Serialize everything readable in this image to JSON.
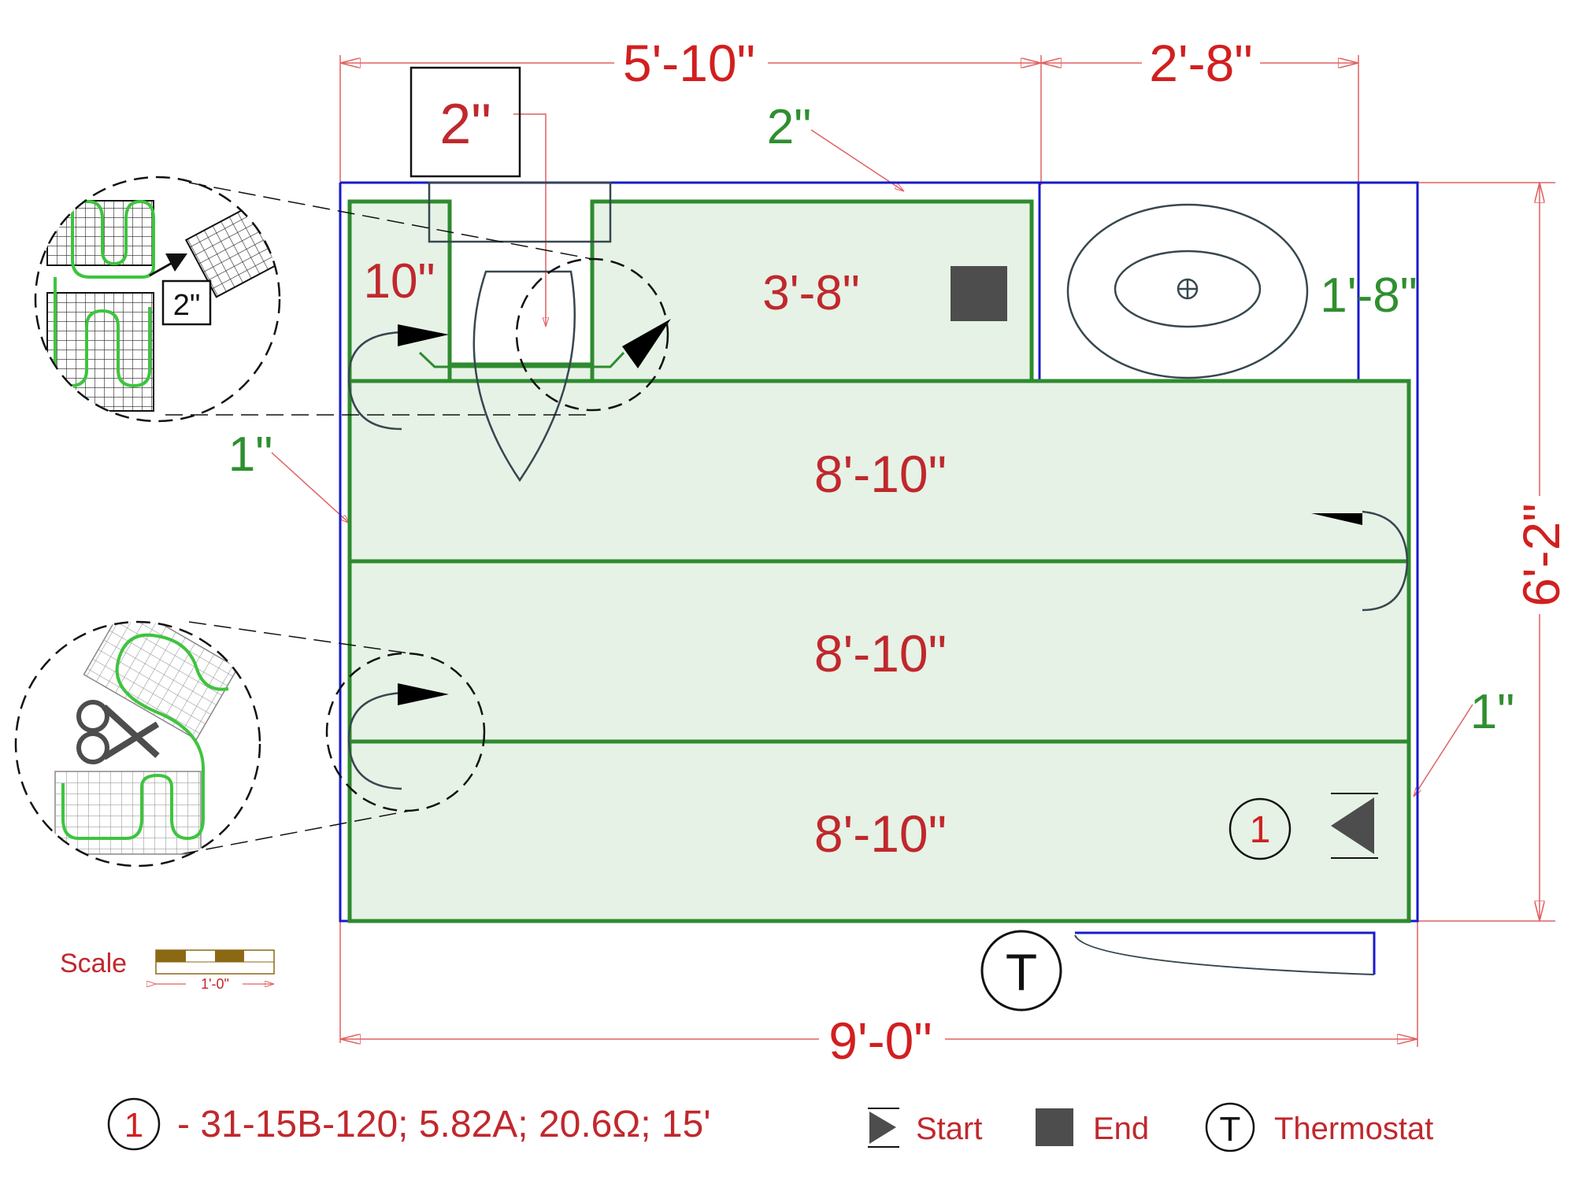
{
  "dimensions": {
    "top_left": "5'-10\"",
    "top_right": "2'-8\"",
    "right": "6'-2\"",
    "bottom": "9'-0\""
  },
  "mat_labels": {
    "notch_width": "2\"",
    "top_gap": "2\"",
    "left_gap": "1\"",
    "right_gap": "1\"",
    "left_strip": "10\"",
    "short_strip": "3'-8\"",
    "vanity_gap": "1'-8\"",
    "row1": "8'-10\"",
    "row2": "8'-10\"",
    "row3": "8'-10\"",
    "detail_notch": "2\""
  },
  "circuit_marker": "1",
  "thermostat_symbol": "T",
  "scale": {
    "label": "Scale",
    "length": "1'-0\""
  },
  "legend": {
    "circuit_number": "1",
    "circuit_spec": "- 31-15B-120; 5.82A; 20.6Ω; 15'",
    "start_label": "Start",
    "end_label": "End",
    "thermostat_symbol": "T",
    "thermostat_label": "Thermostat"
  },
  "colors": {
    "wall": "#1a1acc",
    "mat_stroke": "#2e8b2e",
    "mat_fill": "#e6f2e6",
    "dimension": "#d21f1f",
    "label": "#c0282d",
    "green_label": "#2f8f2f",
    "fixture": "#37474f",
    "end_marker": "#4d4d4d",
    "scale_brown": "#8b6914"
  }
}
